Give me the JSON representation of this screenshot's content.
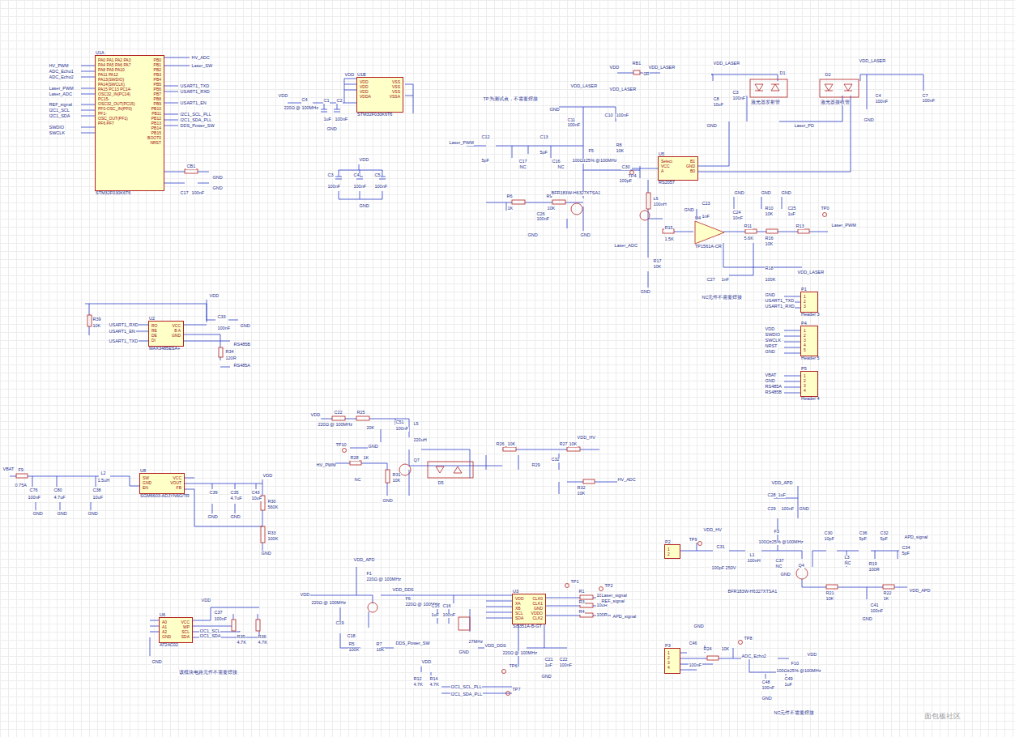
{
  "diagram": {
    "nodes": [
      {
        "text": [
          "U1A",
          "PA0 PA1 PA2 PA3 PA4 PA5 PA6 PA7 PA8 PA9 PA10 PA11 PA12 PA13(SWDIO) PA14(SWCLK) PA15 PC13 PC14-OSC32_IN(PC14) PC15-OSC32_OUT(PC15) PF0-OSC_IN(PF0) PF1-OSC_OUT(PF1) PF6 PF7",
          "PB0 PB1 PB2 PB3 PB4 PB5 PB6 PB7 PB8 PB9 PB10 PB11 PB12 PB13 PB14 PB15 BOOT0 NRST",
          "STM32F030K6T6"
        ]
      },
      {
        "text": [
          "U1B",
          "VDD VDD VDD VDDA",
          "VSS VSS VSS VSSA",
          "STM32F030K6T6"
        ]
      },
      {
        "text": [
          "U5",
          "Select VCC A",
          "B1 GND B0",
          "RS2057"
        ]
      },
      {
        "text": [
          "U4",
          "TP1561A-CR"
        ]
      },
      {
        "text": [
          "P1",
          "1 2 3",
          "Header 3"
        ]
      },
      {
        "text": [
          "P4",
          "1 2 3 4 5",
          "Header 5"
        ]
      },
      {
        "text": [
          "P5",
          "1 2 3 4",
          "Header 4"
        ]
      },
      {
        "text": [
          "U2",
          "RO RE DE DI",
          "VCC B A GND",
          "MAX3485ESA+"
        ]
      },
      {
        "text": [
          "U8",
          "SW GND EN",
          "VCC VOUT FB",
          "SGM6603-ADJYN6G/TR"
        ]
      },
      {
        "text": [
          "U6",
          "A0 A1 A2 GND",
          "VCC WP SCL SDA",
          "AT24C02"
        ]
      },
      {
        "text": [
          "U3",
          "VDD XA XB SCL SDA",
          "CLK0 CLK1 GND VDDO CLK2",
          "Si5351A-B-GT"
        ]
      },
      {
        "text": [
          "P2",
          "1 2"
        ]
      },
      {
        "text": [
          "P3",
          "1 2 3 4"
        ]
      }
    ],
    "labels": [
      "HV_PWM",
      "ADC_Echo1",
      "ADC_Echo2",
      "Laser_PWM",
      "Laser_ADC",
      "REF_signal",
      "I2C1_SCL",
      "I2C1_SDA",
      "SWDIO",
      "SWCLK",
      "HV_ADC",
      "Laser_SW",
      "USART1_TXD",
      "USART1_RXD",
      "USART1_EN",
      "I2C1_SCL_PLL",
      "I2C1_SDA_PLL",
      "DDS_Power_SW",
      "CB1",
      "C17",
      "100nF",
      "GND",
      "GND",
      "VDD",
      "C4",
      "220Ω @ 100MHz",
      "C1",
      "C2",
      "1uF",
      "100nF",
      "GND",
      "VDD",
      "VDD",
      "C3",
      "100nF",
      "C4",
      "100nF",
      "C5",
      "100nF",
      "GND",
      "TP为测试点，不需要焊接",
      "VDD",
      "RB1",
      "0R",
      "VDD_LASER",
      "VDD_LASER",
      "VDD_LASER",
      "GND",
      "C11",
      "100nF",
      "C10",
      "100nF",
      "Laser_PWM",
      "C12",
      "5pF",
      "C17",
      "NC",
      "C13",
      "5pF",
      "C16",
      "NC",
      "R6",
      "1K",
      "R9",
      "10K",
      "C26",
      "100nF",
      "GND",
      "GND",
      "BFR183W-H6327XTSA1",
      "F5",
      "100Ω±25% @100MHz",
      "R8",
      "10K",
      "C30",
      "100pF",
      "TP4",
      "L6",
      "100nH",
      "Laser_ADC",
      "R15",
      "1.5K",
      "R17",
      "10K",
      "GND",
      "C23",
      "1nF",
      "GND",
      "C24",
      "10nF",
      "R11",
      "5.6K",
      "R10",
      "10K",
      "C25",
      "1uF",
      "GND",
      "GND",
      "GND",
      "R13",
      "TP0",
      "Laser_PWM",
      "R16",
      "10K",
      "C27",
      "1nF",
      "R18",
      "100K",
      "VDD_LASER",
      "NC元件不需要焊接",
      "VDD_LASER",
      "C8",
      "10uF",
      "C3",
      "100nF",
      "GND",
      "D1",
      "激光器发射管",
      "Laser_PD",
      "VDD_LASER",
      "D2",
      "激光器接收管",
      "C4",
      "100nF",
      "C7",
      "100nF",
      "GND",
      "GND",
      "USART1_TXD",
      "USART1_RXD",
      "VDD",
      "SWDIO",
      "SWCLK",
      "NRST",
      "GND",
      "VBAT",
      "GND",
      "RS485A",
      "RS485B",
      "VDD",
      "R39",
      "10K",
      "USART1_RXD",
      "USART1_EN",
      "USART1_TXD",
      "C33",
      "100nF",
      "GND",
      "R34",
      "120R",
      "RS485B",
      "RS485A",
      "VBAT",
      "F9",
      "0.75A",
      "L2",
      "1.5uH",
      "C76",
      "100nF",
      "C80",
      "4.7uF",
      "C38",
      "10uF",
      "GND",
      "GND",
      "GND",
      "C39",
      "C35",
      "4.7uF",
      "C43",
      "10uF",
      "VDD",
      "R30",
      "560K",
      "R33",
      "100K",
      "GND",
      "GND",
      "GND",
      "VDD",
      "C22",
      "220Ω @ 100MHz",
      "R25",
      "20K",
      "C51",
      "100nF",
      "L5",
      "220uH",
      "GND",
      "TP10",
      "HV_PWM",
      "R28",
      "1K",
      "NC",
      "R31",
      "10K",
      "Q7",
      "D5",
      "R26",
      "10K",
      "R27",
      "10K",
      "VDD_HV",
      "C32",
      "R29",
      "R32",
      "10K",
      "HV_ADC",
      "GND",
      "VDD",
      "C37",
      "100nF",
      "R35",
      "4.7K",
      "R36",
      "4.7K",
      "I2C1_SCL",
      "I2C1_SDA",
      "GND",
      "该模块电路元件不需要焊接",
      "VDD_APD",
      "F1",
      "220Ω @ 100MHz",
      "VDD",
      "220Ω @ 100MHz",
      "VDD_DDS",
      "F6",
      "220Ω @ 100MHz",
      "C19",
      "C18",
      "R5",
      "100K",
      "R7",
      "10K",
      "DDS_Power_SW",
      "C15",
      "C16",
      "1uF",
      "100nF",
      "27MHz",
      "GND",
      "VDD_DDS",
      "220Ω @ 100MHz",
      "C21",
      "1uF",
      "C22",
      "100nF",
      "GND",
      "VDD",
      "R12",
      "4.7K",
      "R14",
      "4.7K",
      "I2C1_SCL_PLL",
      "I2C1_SDA_PLL",
      "TP6",
      "TP7",
      "TP1",
      "TP2",
      "R1",
      "100R",
      "R3",
      "100R",
      "R4",
      "100R",
      "Laser_signal",
      "REF_signal",
      "APD_signal",
      "VDD_APD",
      "C28",
      "1uF",
      "C29",
      "100nF",
      "GND",
      "F3",
      "100Ω±25% @100MHz",
      "VDD_HV",
      "TP9",
      "C31",
      "100pF 250V",
      "L1",
      "100nH",
      "C37",
      "NC",
      "GND",
      "BFR183W-H6327XTSA1",
      "Q4",
      "C30",
      "10pF",
      "L3",
      "NC",
      "C36",
      "5pF",
      "C32",
      "5pF",
      "R19",
      "100R",
      "C34",
      "5pF",
      "APD_signal",
      "R21",
      "10K",
      "R22",
      "1K",
      "VDD_APD",
      "C41",
      "100nF",
      "GND",
      "GND",
      "C46",
      "100nF",
      "R24",
      "10K",
      "TP8",
      "ADC_Echo2",
      "F10",
      "VDD",
      "100Ω±25% @100MHz",
      "C48",
      "100nF",
      "C49",
      "1uF",
      "GND",
      "NC元件不需要焊接",
      "面包板社区"
    ]
  }
}
